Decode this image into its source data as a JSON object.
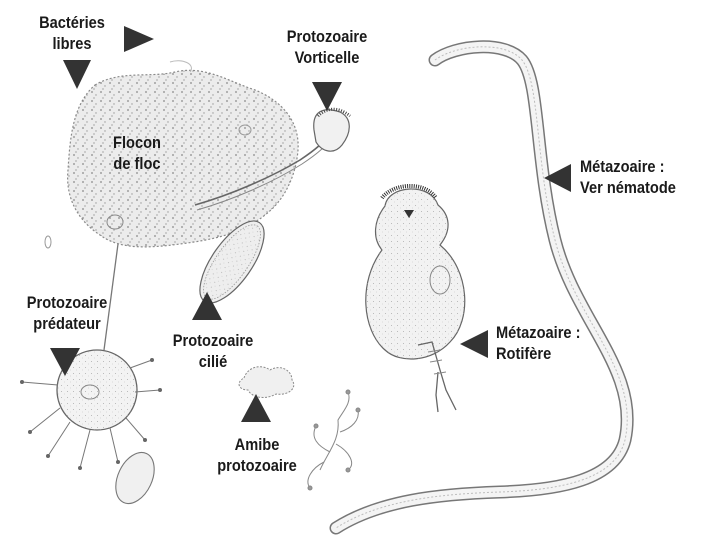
{
  "diagram": {
    "colors": {
      "arrow": "#333333",
      "ink": "#1a1a1a",
      "drawing": "#555555",
      "floc_fill": "#e6e6e6"
    },
    "labels": {
      "bacteries": [
        "Bactéries",
        "libres"
      ],
      "flocon": [
        "Flocon",
        "de floc"
      ],
      "vorticelle": [
        "Protozoaire",
        "Vorticelle"
      ],
      "nematode": [
        "Métazoaire :",
        "Ver nématode"
      ],
      "predateur": [
        "Protozoaire",
        "prédateur"
      ],
      "cilie": [
        "Protozoaire",
        "cilié"
      ],
      "rotifere": [
        "Métazoaire :",
        "Rotifère"
      ],
      "amibe": [
        "Amibe",
        "protozoaire"
      ]
    },
    "icons": [
      "triangle-pointer-icon"
    ]
  }
}
